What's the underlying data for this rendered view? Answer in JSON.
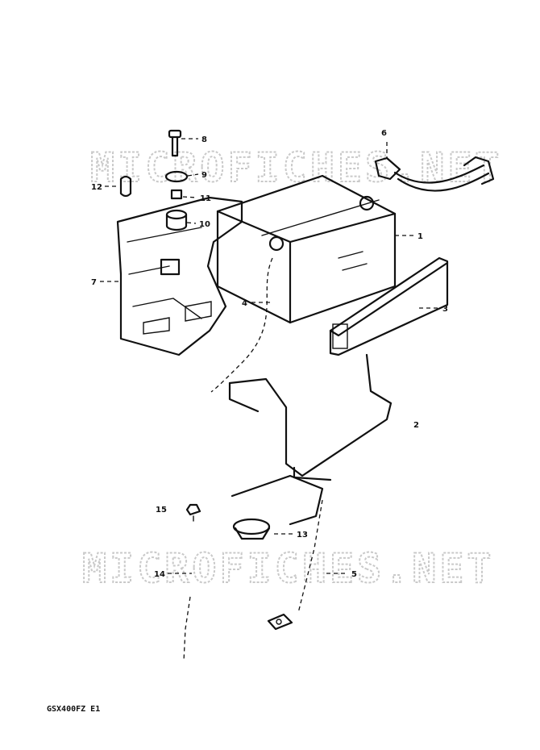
{
  "watermarks": [
    "MICROFICHES.NET",
    "MICROFICHES.NET"
  ],
  "callouts": [
    {
      "id": "c1",
      "label": "1"
    },
    {
      "id": "c2",
      "label": "2"
    },
    {
      "id": "c3",
      "label": "3"
    },
    {
      "id": "c4",
      "label": "4"
    },
    {
      "id": "c5",
      "label": "5"
    },
    {
      "id": "c6",
      "label": "6"
    },
    {
      "id": "c7",
      "label": "7"
    },
    {
      "id": "c8",
      "label": "8"
    },
    {
      "id": "c9",
      "label": "9"
    },
    {
      "id": "c10",
      "label": "10"
    },
    {
      "id": "c11",
      "label": "11"
    },
    {
      "id": "c12",
      "label": "12"
    },
    {
      "id": "c13",
      "label": "13"
    },
    {
      "id": "c14",
      "label": "14"
    },
    {
      "id": "c15",
      "label": "15"
    }
  ],
  "model_code": "GSX400FZ E1"
}
